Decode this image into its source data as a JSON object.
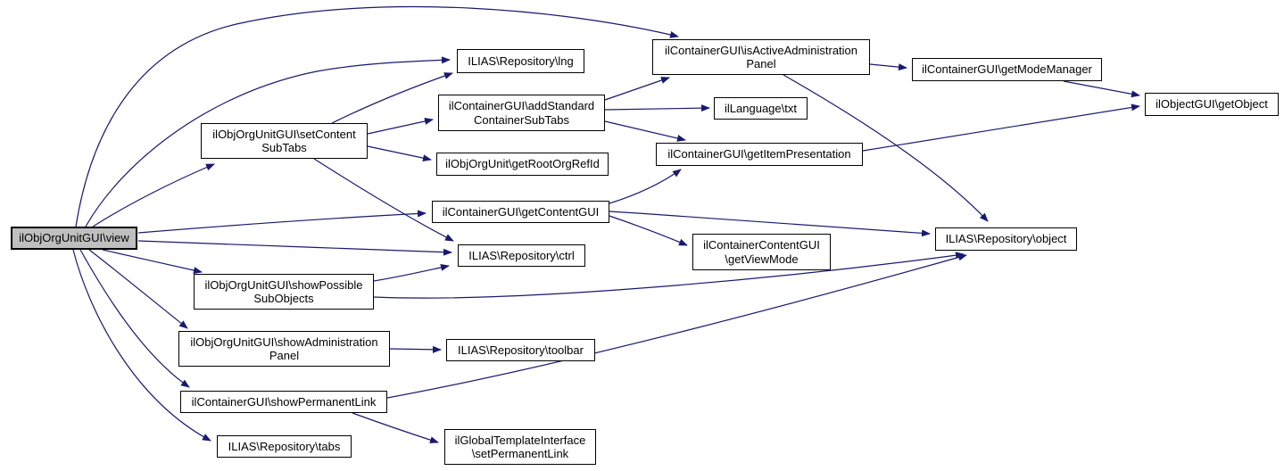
{
  "diagram": {
    "kind": "doxygen-call-graph",
    "colors": {
      "edge": "#191970",
      "node_border": "#000000",
      "node_fill": "#ffffff",
      "highlight_fill": "#bfbfbf",
      "text": "#000000"
    },
    "nodes": [
      {
        "id": "view",
        "label": "ilObjOrgUnitGUI\\view",
        "highlighted": true
      },
      {
        "id": "set-content-subtabs",
        "label": "ilObjOrgUnitGUI\\setContent\nSubTabs"
      },
      {
        "id": "lng",
        "label": "ILIAS\\Repository\\lng"
      },
      {
        "id": "add-standard-subtabs",
        "label": "ilContainerGUI\\addStandard\nContainerSubTabs"
      },
      {
        "id": "get-root-org-ref-id",
        "label": "ilObjOrgUnit\\getRootOrgRefId"
      },
      {
        "id": "is-active-admin-panel",
        "label": "ilContainerGUI\\isActiveAdministration\nPanel"
      },
      {
        "id": "txt",
        "label": "ilLanguage\\txt"
      },
      {
        "id": "get-mode-manager",
        "label": "ilContainerGUI\\getModeManager"
      },
      {
        "id": "get-object",
        "label": "ilObjectGUI\\getObject"
      },
      {
        "id": "get-item-presentation",
        "label": "ilContainerGUI\\getItemPresentation"
      },
      {
        "id": "get-content-gui",
        "label": "ilContainerGUI\\getContentGUI"
      },
      {
        "id": "ctrl",
        "label": "ILIAS\\Repository\\ctrl"
      },
      {
        "id": "get-view-mode",
        "label": "ilContainerContentGUI\n\\getViewMode"
      },
      {
        "id": "object",
        "label": "ILIAS\\Repository\\object"
      },
      {
        "id": "show-possible-subobjects",
        "label": "ilObjOrgUnitGUI\\showPossible\nSubObjects"
      },
      {
        "id": "show-admin-panel",
        "label": "ilObjOrgUnitGUI\\showAdministration\nPanel"
      },
      {
        "id": "toolbar",
        "label": "ILIAS\\Repository\\toolbar"
      },
      {
        "id": "show-permanent-link",
        "label": "ilContainerGUI\\showPermanentLink"
      },
      {
        "id": "tabs",
        "label": "ILIAS\\Repository\\tabs"
      },
      {
        "id": "set-permanent-link",
        "label": "ilGlobalTemplateInterface\n\\setPermanentLink"
      }
    ],
    "edges": [
      {
        "from": "view",
        "to": "is-active-admin-panel"
      },
      {
        "from": "view",
        "to": "lng"
      },
      {
        "from": "view",
        "to": "set-content-subtabs"
      },
      {
        "from": "view",
        "to": "get-content-gui"
      },
      {
        "from": "view",
        "to": "ctrl"
      },
      {
        "from": "view",
        "to": "show-possible-subobjects"
      },
      {
        "from": "view",
        "to": "show-admin-panel"
      },
      {
        "from": "view",
        "to": "show-permanent-link"
      },
      {
        "from": "view",
        "to": "tabs"
      },
      {
        "from": "set-content-subtabs",
        "to": "lng"
      },
      {
        "from": "set-content-subtabs",
        "to": "add-standard-subtabs"
      },
      {
        "from": "set-content-subtabs",
        "to": "get-root-org-ref-id"
      },
      {
        "from": "set-content-subtabs",
        "to": "ctrl"
      },
      {
        "from": "add-standard-subtabs",
        "to": "is-active-admin-panel"
      },
      {
        "from": "add-standard-subtabs",
        "to": "txt"
      },
      {
        "from": "add-standard-subtabs",
        "to": "get-item-presentation"
      },
      {
        "from": "is-active-admin-panel",
        "to": "get-mode-manager"
      },
      {
        "from": "is-active-admin-panel",
        "to": "object"
      },
      {
        "from": "get-mode-manager",
        "to": "get-object"
      },
      {
        "from": "get-item-presentation",
        "to": "get-object"
      },
      {
        "from": "get-content-gui",
        "to": "get-item-presentation"
      },
      {
        "from": "get-content-gui",
        "to": "get-view-mode"
      },
      {
        "from": "get-content-gui",
        "to": "object"
      },
      {
        "from": "show-possible-subobjects",
        "to": "ctrl"
      },
      {
        "from": "show-possible-subobjects",
        "to": "object"
      },
      {
        "from": "show-admin-panel",
        "to": "toolbar"
      },
      {
        "from": "show-permanent-link",
        "to": "object"
      },
      {
        "from": "show-permanent-link",
        "to": "set-permanent-link"
      }
    ]
  }
}
